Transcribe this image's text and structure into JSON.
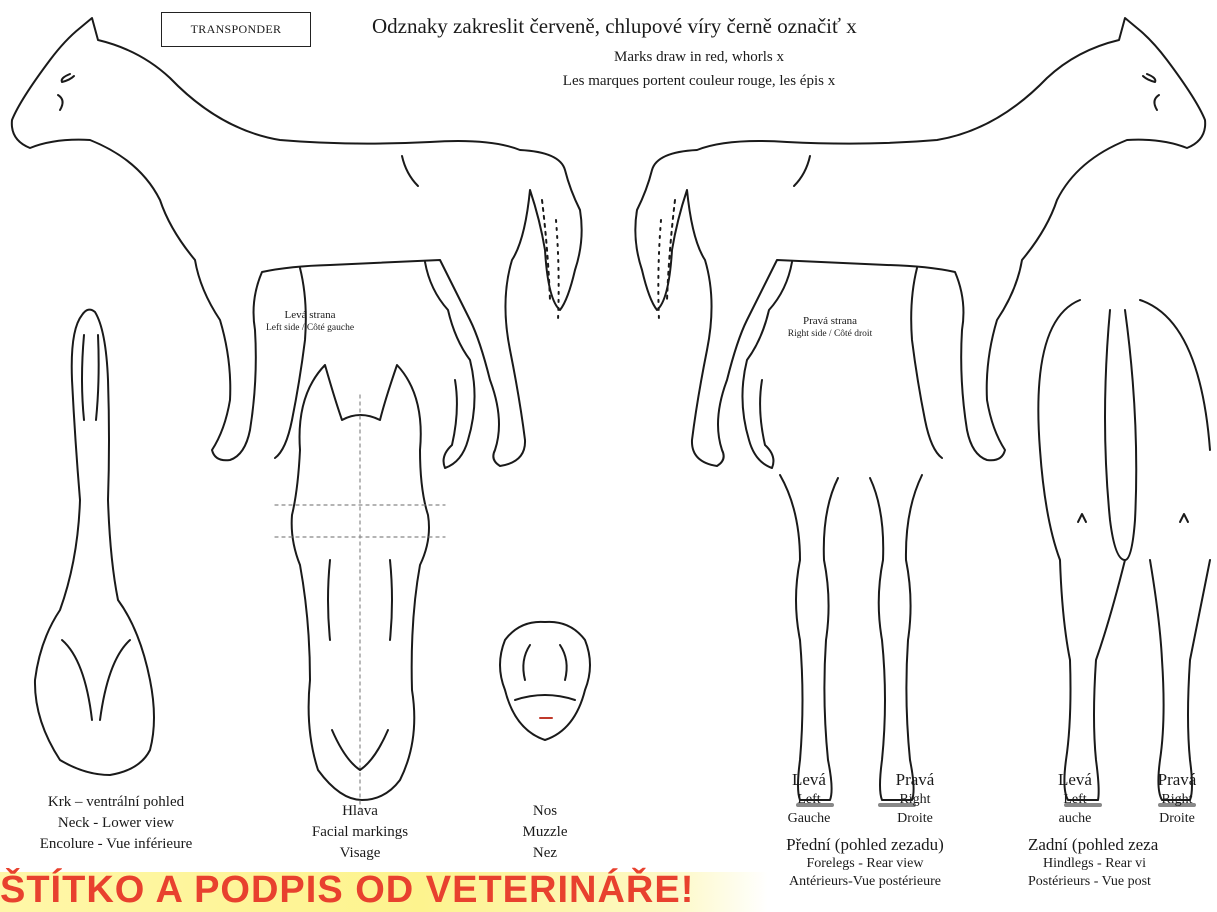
{
  "header": {
    "transponder": "TRANSPONDER",
    "instruction_cz": "Odznaky zakreslit červeně, chlupové víry černě označiť x",
    "instruction_en": "Marks draw in red, whorls x",
    "instruction_fr": "Les marques portent couleur rouge, les épis x"
  },
  "left_side": {
    "cz": "Levá strana",
    "en_fr": "Left side / Côté gauche"
  },
  "right_side": {
    "cz": "Pravá strana",
    "en_fr": "Right side / Côté droit"
  },
  "neck": {
    "cz": "Krk – ventrální pohled",
    "en": "Neck - Lower view",
    "fr": "Encolure - Vue inférieure"
  },
  "head": {
    "cz": "Hlava",
    "en": "Facial markings",
    "fr": "Visage"
  },
  "muzzle": {
    "cz": "Nos",
    "en": "Muzzle",
    "fr": "Nez"
  },
  "forelegs": {
    "left_cz": "Levá",
    "left_en": "Left",
    "left_fr": "Gauche",
    "right_cz": "Pravá",
    "right_en": "Right",
    "right_fr": "Droite",
    "title_cz": "Přední (pohled zezadu)",
    "title_en": "Forelegs - Rear view",
    "title_fr": "Antérieurs-Vue postérieure"
  },
  "hindlegs": {
    "left_cz": "Levá",
    "left_en": "Left",
    "left_fr": "auche",
    "right_cz": "Pravá",
    "right_en": "Right",
    "right_fr": "Droite",
    "title_cz": "Zadní (pohled zeza",
    "title_en": "Hindlegs - Rear vi",
    "title_fr": "Postérieurs - Vue post"
  },
  "banner": {
    "text": "ŠTÍTKO A PODPIS OD VETERINÁŘE!",
    "color": "#e8412e",
    "highlight": "#fdf38e"
  },
  "icons": [
    "horse-left-side-drawing",
    "horse-right-side-drawing",
    "neck-outline",
    "head-outline",
    "muzzle-outline",
    "forelegs-outline",
    "hindlegs-outline"
  ]
}
